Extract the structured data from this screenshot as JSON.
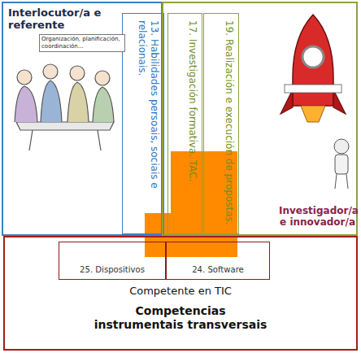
{
  "diagram": {
    "nodes": [
      {
        "text": [
          "Interlocutor/a e referente"
        ]
      },
      {
        "text": [
          "13. Habilidades persoais, sociais e relacionais."
        ],
        "in": 0
      },
      {
        "text": [
          "Investigador/a e innovador/a"
        ]
      },
      {
        "text": [
          "17. Investigación formativa. TAC."
        ],
        "in": 2
      },
      {
        "text": [
          "19. Realización e execución de propostas."
        ],
        "in": 2
      },
      {
        "text": [
          "Competente en TIC",
          "Competencias instrumentais transversais"
        ]
      },
      {
        "text": [
          "25. Dispositivos"
        ],
        "in": 5
      },
      {
        "text": [
          "24. Software"
        ],
        "in": 5
      }
    ],
    "labels": [
      "Organización, planificación, coordinación..."
    ]
  }
}
